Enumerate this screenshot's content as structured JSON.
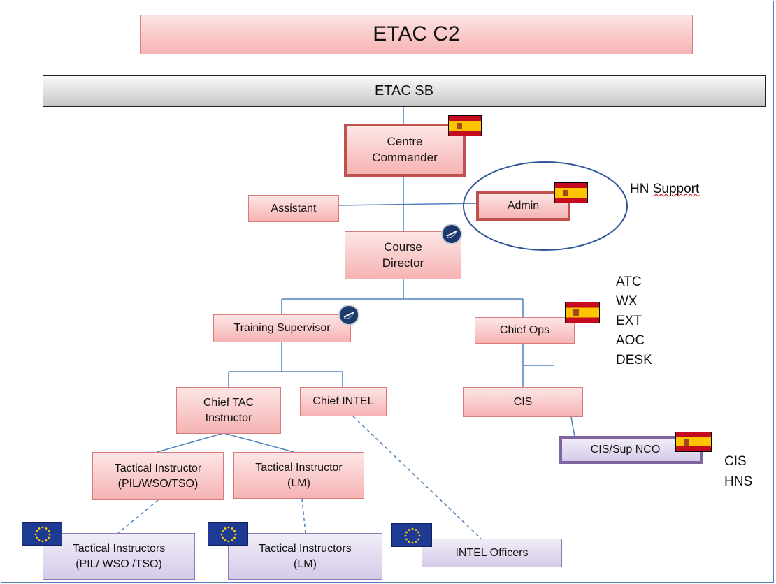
{
  "diagram": {
    "title": "ETAC C2",
    "board": "ETAC SB",
    "nodes": {
      "centre_commander": [
        "Centre",
        "Commander"
      ],
      "assistant": "Assistant",
      "admin": "Admin",
      "course_director": [
        "Course",
        "Director"
      ],
      "training_supervisor": "Training Supervisor",
      "chief_ops": "Chief Ops",
      "chief_tac_instructor": [
        "Chief TAC",
        "Instructor"
      ],
      "chief_intel": "Chief INTEL",
      "cis": "CIS",
      "cis_sup_nco": "CIS/Sup NCO",
      "tac_instructor_pil": [
        "Tactical Instructor",
        "(PIL/WSO/TSO)"
      ],
      "tac_instructor_lm": [
        "Tactical Instructor",
        "(LM)"
      ],
      "tac_instructors_pil": [
        "Tactical Instructors",
        "(PIL/ WSO /TSO)"
      ],
      "tac_instructors_lm": [
        "Tactical Instructors",
        "(LM)"
      ],
      "intel_officers": "INTEL Officers"
    },
    "hn_support": {
      "prefix": "HN ",
      "word": "Support"
    },
    "ops_functions": [
      "ATC",
      "WX",
      "EXT",
      "AOC",
      "DESK"
    ],
    "cis_functions": [
      "CIS",
      "HNS"
    ],
    "flags": {
      "spain": "spain-flag-icon",
      "eu": "eu-flag-icon",
      "org": "organization-emblem-icon"
    }
  },
  "colors": {
    "frame": "#4f81bd",
    "connector": "#4f81bd",
    "strong_border": "#c0504d",
    "purple_border": "#8064a2"
  }
}
